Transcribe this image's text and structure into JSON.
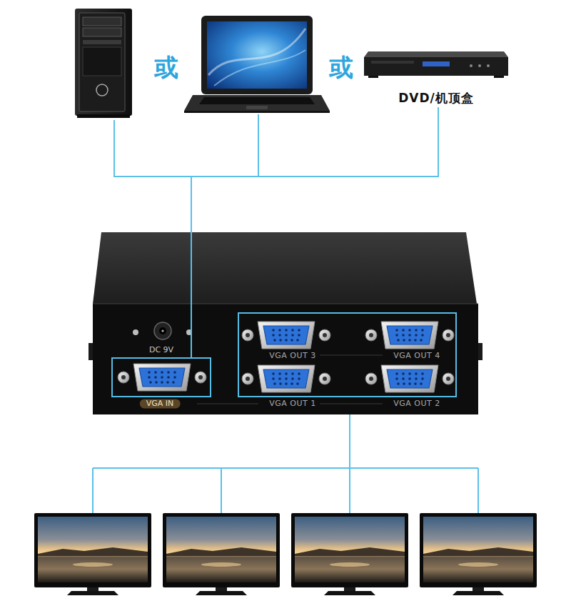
{
  "diagram": {
    "nodes": [
      {
        "text": [
          "DVD/机顶盒"
        ]
      },
      {
        "text": [
          "DC 9V"
        ]
      },
      {
        "text": [
          "VGA IN"
        ],
        "in": 1
      },
      {
        "text": [
          "VGA OUT 3",
          "VGA OUT 4",
          "VGA OUT 1",
          "VGA OUT 2"
        ],
        "in": 1
      }
    ],
    "edges": [
      {
        "from": 0,
        "to": 2,
        "arrow": "none"
      }
    ],
    "labels": [
      "或",
      "或"
    ]
  }
}
